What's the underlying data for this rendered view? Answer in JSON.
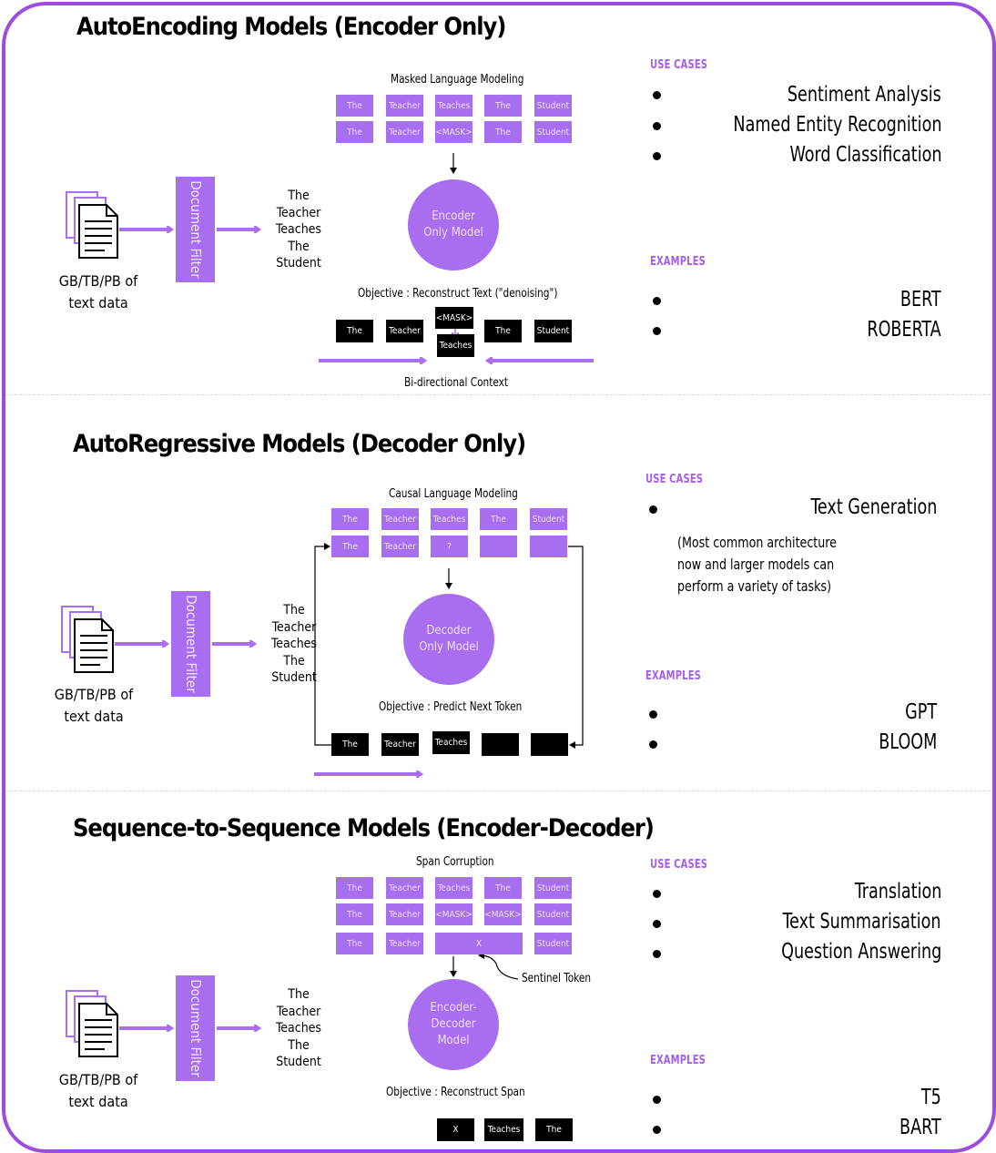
{
  "sections": {
    "autoencoding": {
      "title": "AutoEncoding Models (Encoder Only)",
      "task_title": "Masked Language Modeling",
      "input_row": [
        "The",
        "Teacher",
        "Teaches",
        "The",
        "Student"
      ],
      "masked_row": [
        "The",
        "Teacher",
        "<MASK>",
        "The",
        "Student"
      ],
      "model_line1": "Encoder",
      "model_line2": "Only Model",
      "input_words": [
        "The",
        "Teacher",
        "Teaches",
        "The",
        "Student"
      ],
      "data_line1": "GB/TB/PB of",
      "data_line2": "text data",
      "filter_label": "Document Filter",
      "objective": "Objective : Reconstruct Text (\"denoising\")",
      "output_row": [
        "The",
        "Teacher",
        "<MASK>",
        "The",
        "Student"
      ],
      "output_prediction": "Teaches",
      "context_label": "Bi-directional Context",
      "use_cases_heading": "USE CASES",
      "use_cases": [
        "Sentiment Analysis",
        "Named Entity Recognition",
        "Word Classification"
      ],
      "examples_heading": "EXAMPLES",
      "examples": [
        "BERT",
        "ROBERTA"
      ]
    },
    "autoregressive": {
      "title": "AutoRegressive Models (Decoder Only)",
      "task_title": "Causal Language Modeling",
      "input_row": [
        "The",
        "Teacher",
        "Teaches",
        "The",
        "Student"
      ],
      "masked_row": [
        "The",
        "Teacher",
        "?",
        "",
        ""
      ],
      "model_line1": "Decoder",
      "model_line2": "Only Model",
      "input_words": [
        "The",
        "Teacher",
        "Teaches",
        "The",
        "Student"
      ],
      "data_line1": "GB/TB/PB of",
      "data_line2": "text data",
      "filter_label": "Document Filter",
      "objective": "Objective : Predict Next Token",
      "output_row": [
        "The",
        "Teacher",
        "Teaches",
        "",
        ""
      ],
      "use_cases_heading": "USE CASES",
      "use_cases": [
        "Text Generation"
      ],
      "note_lines": [
        "(Most common architecture",
        "now and larger models can",
        "perform a variety of tasks)"
      ],
      "examples_heading": "EXAMPLES",
      "examples": [
        "GPT",
        "BLOOM"
      ]
    },
    "seq2seq": {
      "title": "Sequence-to-Sequence Models (Encoder-Decoder)",
      "task_title": "Span Corruption",
      "input_row": [
        "The",
        "Teacher",
        "Teaches",
        "The",
        "Student"
      ],
      "masked_row": [
        "The",
        "Teacher",
        "<MASK>",
        "<MASK>",
        "Student"
      ],
      "sentinel_row": [
        "The",
        "Teacher",
        "X",
        "Student"
      ],
      "sentinel_label": "Sentinel Token",
      "model_line1": "Encoder-",
      "model_line2": "Decoder",
      "model_line3": "Model",
      "input_words": [
        "The",
        "Teacher",
        "Teaches",
        "The",
        "Student"
      ],
      "data_line1": "GB/TB/PB of",
      "data_line2": "text data",
      "filter_label": "Document Filter",
      "objective": "Objective : Reconstruct Span",
      "output_row": [
        "X",
        "Teaches",
        "The"
      ],
      "use_cases_heading": "USE CASES",
      "use_cases": [
        "Translation",
        "Text Summarisation",
        "Question Answering"
      ],
      "examples_heading": "EXAMPLES",
      "examples": [
        "T5",
        "BART"
      ]
    }
  },
  "colors": {
    "accent": "#9b4de0",
    "token_purple": "#a86ef0",
    "heading_purple": "#a55ef0",
    "token_black": "#000000"
  }
}
